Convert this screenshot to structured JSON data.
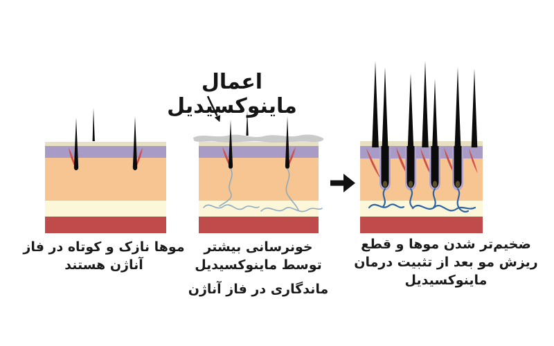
{
  "title": "اعمال ماینوکسیدیل",
  "panels": [
    {
      "name": "anagen-before-treatment",
      "caption_lines": [
        "موها نازک و کوتاه در فاز",
        "آناژن هستند"
      ]
    },
    {
      "name": "minoxidil-applied",
      "caption_lines": [
        "خونرسانی بیشتر",
        "توسط ماینوکسیدیل",
        "ماندگاری در فاز آناژن"
      ]
    },
    {
      "name": "after-treatment-stabilized",
      "caption_lines": [
        "ضخیم‌تر شدن موها و قطع",
        "ریزش مو بعد از تثبیت درمان",
        "ماینوکسیدیل"
      ]
    }
  ],
  "icons": {
    "pointer_arrow": "arrow-pointing-to-minoxidil-film",
    "step_arrow": "right-arrow-between-panels"
  },
  "colors": {
    "background": "#ffffff",
    "surface_tan": "#e8e0c3",
    "epidermis_purple": "#a89cc7",
    "dermis_orange": "#f6c591",
    "hypodermis_cream": "#fbf7d8",
    "muscle_layer_red": "#c04b4b",
    "arrector_muscle_red": "#cd4f4c",
    "minoxidil_film_gray": "#c6c6c6",
    "vessel_light_blue": "#8fa9bf",
    "vessel_dark_blue": "#2d62a5",
    "follicle_sheath_purple": "#b2a6d0",
    "dermal_papilla_olive": "#5a4e2b",
    "hair_black": "#0b0b0b",
    "text_black": "#151515"
  }
}
